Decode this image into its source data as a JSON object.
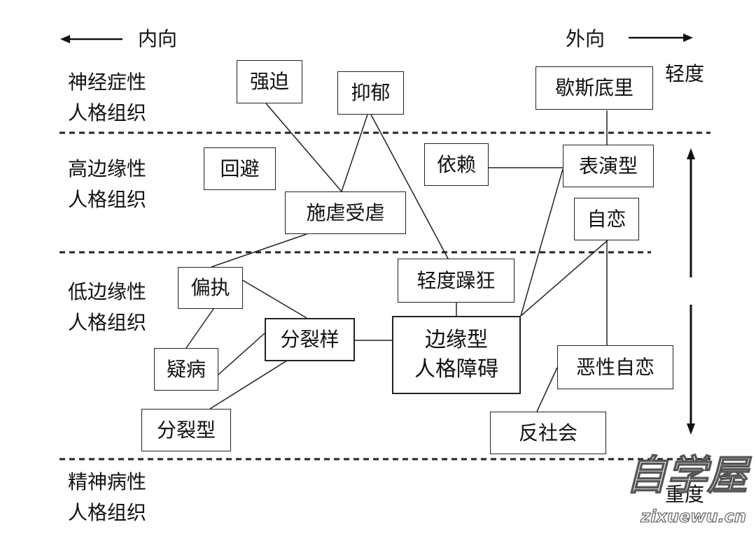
{
  "directions": {
    "inward": "内向",
    "outward": "外向"
  },
  "severity": {
    "mild": "轻度",
    "severe": "重度"
  },
  "levels": [
    {
      "line1": "神经症性",
      "line2": "人格组织"
    },
    {
      "line1": "高边缘性",
      "line2": "人格组织"
    },
    {
      "line1": "低边缘性",
      "line2": "人格组织"
    },
    {
      "line1": "精神病性",
      "line2": "人格组织"
    }
  ],
  "boxes": {
    "obsessive": "强迫",
    "depressive": "抑郁",
    "hysteric": "歇斯底里",
    "avoidant": "回避",
    "dependent": "依赖",
    "histrionic": "表演型",
    "sadomasochistic": "施虐受虐",
    "narcissistic": "自恋",
    "hypomanic": "轻度躁狂",
    "paranoid": "偏执",
    "schizoid": "分裂样",
    "borderline_line1": "边缘型",
    "borderline_line2": "人格障碍",
    "hypochondriac": "疑病",
    "malignant_narcissism": "恶性自恋",
    "schizotypal": "分裂型",
    "antisocial": "反社会"
  },
  "watermark": {
    "main": "自学屋",
    "url": "zixuewu.cn"
  }
}
